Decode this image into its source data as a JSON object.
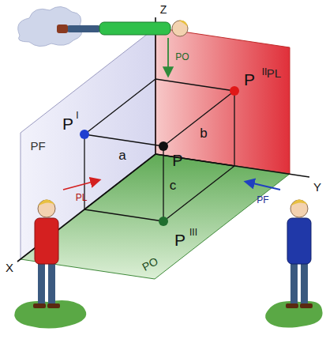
{
  "diagram": {
    "labels": [
      "Z",
      "X",
      "Y",
      "PF",
      "PL",
      "PO",
      "PO",
      "PL",
      "PF",
      "P",
      "I",
      "P",
      "II",
      "P",
      "III",
      "P",
      "a",
      "b",
      "c"
    ]
  }
}
